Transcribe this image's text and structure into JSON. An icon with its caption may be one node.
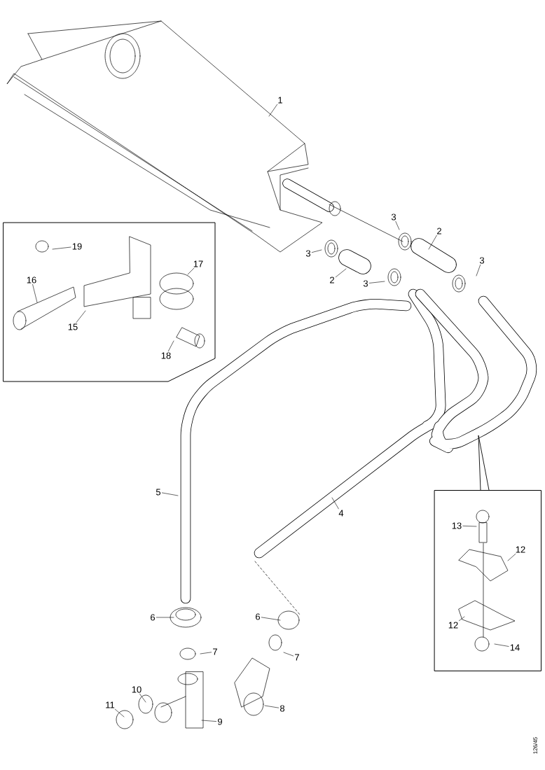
{
  "diagram": {
    "nodes": [
      {
        "text": [
          "1"
        ]
      },
      {
        "text": [
          "2"
        ]
      },
      {
        "text": [
          "2"
        ]
      },
      {
        "text": [
          "3"
        ]
      },
      {
        "text": [
          "3"
        ]
      },
      {
        "text": [
          "3"
        ]
      },
      {
        "text": [
          "3"
        ]
      },
      {
        "text": [
          "5"
        ]
      },
      {
        "text": [
          "4"
        ]
      },
      {
        "text": [
          "6"
        ]
      },
      {
        "text": [
          "6"
        ]
      },
      {
        "text": [
          "7"
        ]
      },
      {
        "text": [
          "7"
        ]
      },
      {
        "text": [
          "8"
        ]
      },
      {
        "text": [
          "9"
        ]
      },
      {
        "text": [
          "10"
        ]
      },
      {
        "text": [
          "11"
        ]
      },
      {
        "text": [],
        "shape": "box"
      },
      {
        "text": [
          "19"
        ],
        "in": 17
      },
      {
        "text": [
          "16"
        ],
        "in": 17
      },
      {
        "text": [
          "15"
        ],
        "in": 17
      },
      {
        "text": [
          "17"
        ],
        "in": 17
      },
      {
        "text": [
          "18"
        ],
        "in": 17
      },
      {
        "text": [],
        "shape": "box"
      },
      {
        "text": [
          "13"
        ],
        "in": 23
      },
      {
        "text": [
          "12"
        ],
        "in": 23
      },
      {
        "text": [
          "12"
        ],
        "in": 23
      },
      {
        "text": [
          "14"
        ],
        "in": 23
      }
    ],
    "edges": [
      {
        "from": 0,
        "to": null,
        "arrow": "none"
      },
      {
        "from": 1,
        "to": null,
        "arrow": "none"
      },
      {
        "from": 2,
        "to": null,
        "arrow": "none"
      },
      {
        "from": 3,
        "to": null,
        "arrow": "none"
      },
      {
        "from": 4,
        "to": null,
        "arrow": "none"
      },
      {
        "from": 5,
        "to": null,
        "arrow": "none"
      },
      {
        "from": 6,
        "to": null,
        "arrow": "none"
      },
      {
        "from": 7,
        "to": null,
        "arrow": "none"
      },
      {
        "from": 8,
        "to": null,
        "arrow": "none"
      },
      {
        "from": 9,
        "to": null,
        "arrow": "none"
      },
      {
        "from": 10,
        "to": null,
        "arrow": "none"
      },
      {
        "from": 11,
        "to": null,
        "arrow": "none"
      },
      {
        "from": 12,
        "to": null,
        "arrow": "none"
      },
      {
        "from": 13,
        "to": null,
        "arrow": "none"
      },
      {
        "from": 14,
        "to": null,
        "arrow": "none"
      },
      {
        "from": 15,
        "to": null,
        "arrow": "none"
      },
      {
        "from": 16,
        "to": null,
        "arrow": "none"
      },
      {
        "from": 18,
        "to": null,
        "arrow": "none"
      },
      {
        "from": 19,
        "to": null,
        "arrow": "none"
      },
      {
        "from": 20,
        "to": null,
        "arrow": "none"
      },
      {
        "from": 21,
        "to": null,
        "arrow": "none"
      },
      {
        "from": 22,
        "to": null,
        "arrow": "none"
      },
      {
        "from": null,
        "to": 23,
        "arrow": "none"
      },
      {
        "from": 24,
        "to": null,
        "arrow": "none"
      },
      {
        "from": 25,
        "to": null,
        "arrow": "none"
      },
      {
        "from": 26,
        "to": null,
        "arrow": "none"
      },
      {
        "from": 27,
        "to": null,
        "arrow": "none"
      }
    ],
    "labels": [
      "126/45"
    ]
  }
}
